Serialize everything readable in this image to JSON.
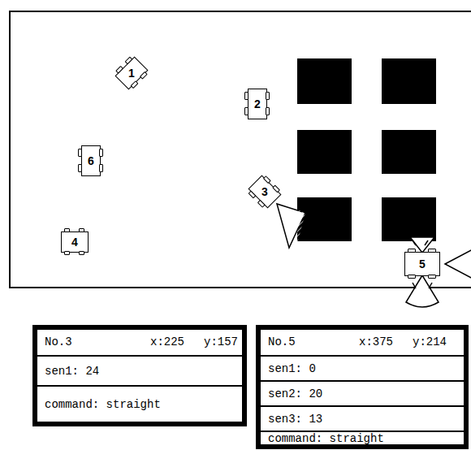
{
  "diagram": {
    "nodes": [
      {
        "text": [
          "1"
        ]
      },
      {
        "text": [
          "2"
        ]
      },
      {
        "text": [
          "6"
        ]
      },
      {
        "text": [
          "3"
        ]
      },
      {
        "text": [
          "4"
        ]
      },
      {
        "text": [
          "5"
        ]
      },
      {
        "text": [
          "No.3",
          "x:225",
          "y:157",
          "sen1: 24",
          "command: straight"
        ]
      },
      {
        "text": [
          "No.5",
          "x:375",
          "y:214",
          "sen1: 0",
          "sen2: 20",
          "sen3: 13",
          "command: straight"
        ]
      }
    ]
  }
}
